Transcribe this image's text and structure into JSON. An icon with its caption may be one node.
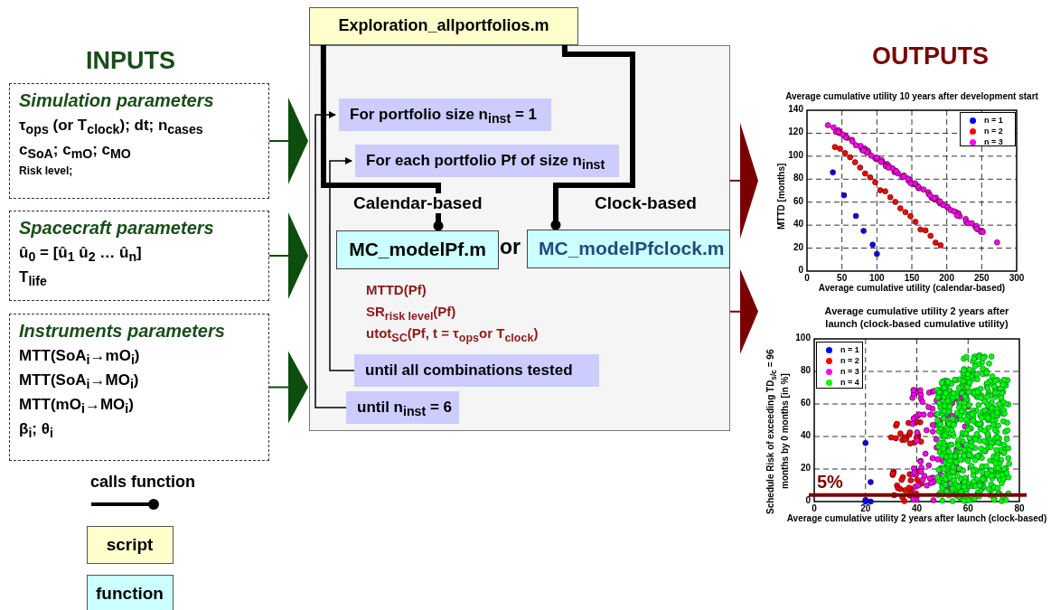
{
  "diagram": {
    "nodes": [
      {
        "text": [
          "Simulation parameters",
          "τ$_{ops}$ (or T$_{clock}$); dt; n$_{cases}$",
          "c$_{SoA}$; c$_{mO}$; c$_{MO}$",
          "Risk level;"
        ]
      },
      {
        "text": [
          "Spacecraft parameters",
          "û$_{0}$ = [û$_{1}$ û$_{2}$ … û$_{n}$]",
          "T$_{life}$"
        ]
      },
      {
        "text": [
          "Instruments parameters",
          "MTT(SoA$_{i}$→mO$_{i}$)",
          "MTT(SoA$_{i}$→MO$_{i}$)",
          "MTT(mO$_{i}$→MO$_{i}$)",
          "β$_{i}$; θ$_{i}$"
        ]
      },
      {
        "text": [
          "Exploration_allportfolios.m"
        ]
      },
      {
        "text": [
          "For portfolio size  n$_{inst}$ = 1"
        ],
        "in": 3
      },
      {
        "text": [
          "For each portfolio Pf of size n$_{inst}$"
        ],
        "in": 3
      },
      {
        "text": [
          "MC_modelPf.m"
        ],
        "in": 3,
        "beside": [
          "Calendar-based"
        ]
      },
      {
        "text": [
          "MC_modelPfclock.m"
        ],
        "in": 3,
        "beside": [
          "Clock-based"
        ]
      },
      {
        "text": [
          "until all combinations tested"
        ],
        "in": 3
      },
      {
        "text": [
          "until n$_{inst}$ = 6"
        ],
        "in": 3
      },
      {
        "text": [
          "Average cumulative utility 10 years after development start"
        ]
      },
      {
        "text": [
          "Average cumulative utility 2 years after launch (clock-based cumulative utility)"
        ]
      }
    ],
    "edges": [
      {
        "from": 3,
        "to": 6,
        "arrow": "other",
        "style": "thick"
      },
      {
        "from": 3,
        "to": 7,
        "arrow": "other",
        "style": "thick"
      },
      {
        "from": 8,
        "to": 5,
        "arrow": "to"
      },
      {
        "from": 9,
        "to": 4,
        "arrow": "to"
      },
      {
        "from": 0,
        "to": 3,
        "arrow": "to",
        "color": "#0d4d0d"
      },
      {
        "from": 1,
        "to": 3,
        "arrow": "to",
        "color": "#0d4d0d"
      },
      {
        "from": 2,
        "to": 3,
        "arrow": "to",
        "color": "#0d4d0d"
      },
      {
        "from": 3,
        "to": 10,
        "arrow": "to",
        "color": "#7a0000"
      },
      {
        "from": 3,
        "to": 11,
        "arrow": "to",
        "color": "#7a0000"
      }
    ],
    "labels": [
      "INPUTS",
      "OUTPUTS",
      "or",
      "MTTD(Pf)",
      "SR$_{risk level}$(Pf)",
      "utot$_{SC}$(Pf, t = τ$_{ops}$or T$_{clock}$)",
      "MTTD [months]",
      "140",
      "120",
      "100",
      "80",
      "60",
      "40",
      "20",
      "0",
      "0",
      "50",
      "100",
      "150",
      "200",
      "250",
      "300",
      "Average cumulative utility (calendar-based)",
      "Schedule Risk of exceeding TD$_{s/c}$ = 96 months by 0 months [in %]",
      "100",
      "80",
      "60",
      "40",
      "20",
      "0",
      "5%",
      "0",
      "20",
      "40",
      "60",
      "80",
      "Average cumulative utility 2 years after launch (clock-based)"
    ],
    "legend": [
      {
        "text": "calls function"
      },
      {
        "text": "script",
        "color": "#ffffcc"
      },
      {
        "text": "function",
        "color": "#ccffff"
      },
      {
        "text": "n = 1",
        "color": "#0000ff"
      },
      {
        "text": "n = 2",
        "color": "#ff0000"
      },
      {
        "text": "n = 3",
        "color": "#ff00ff"
      },
      {
        "text": "n = 1",
        "color": "#0000ff"
      },
      {
        "text": "n = 2",
        "color": "#ff0000"
      },
      {
        "text": "n = 3",
        "color": "#ff00ff"
      },
      {
        "text": "n = 4",
        "color": "#00ff00"
      }
    ]
  }
}
